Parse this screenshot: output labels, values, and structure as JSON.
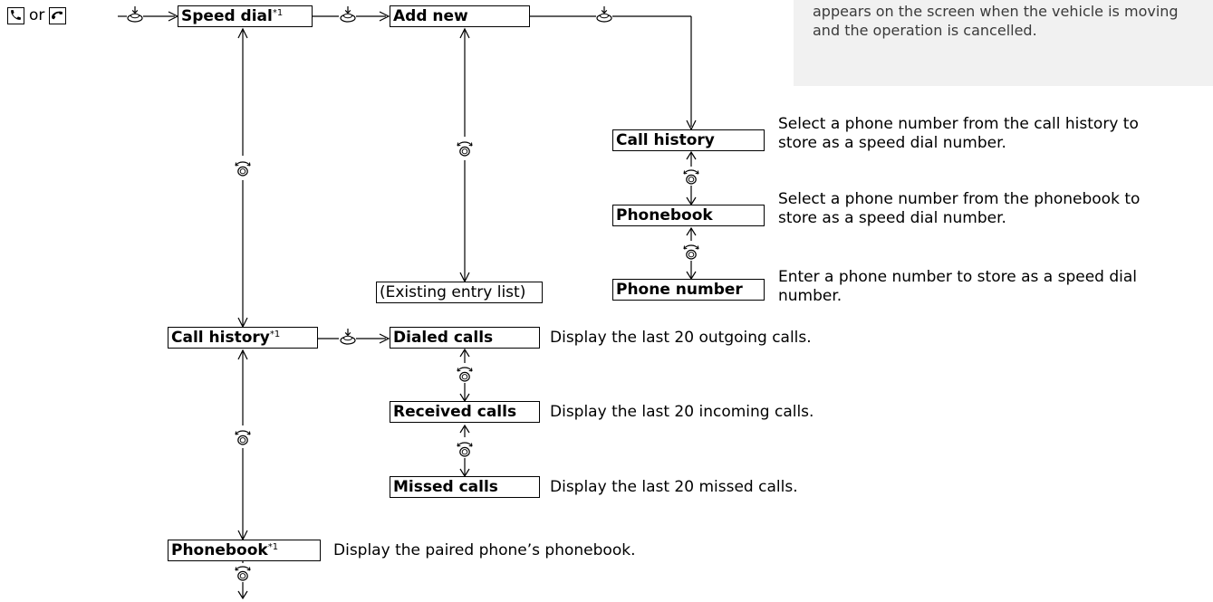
{
  "entry": {
    "phone_button_icon": "phone-handset-icon",
    "pickup_button_icon": "pickup-handset-icon",
    "or_text": "or"
  },
  "note": {
    "text": "appears on the screen when the vehicle is moving\nand the operation is cancelled."
  },
  "boxes": {
    "speed_dial": "Speed dial",
    "add_new": "Add new",
    "existing_entry_list": "(Existing entry list)",
    "call_history_sub": "Call history",
    "phonebook_sub": "Phonebook",
    "phone_number": "Phone number",
    "call_history_main": "Call history",
    "dialed_calls": "Dialed calls",
    "received_calls": "Received calls",
    "missed_calls": "Missed calls",
    "phonebook_main": "Phonebook"
  },
  "footnote_mark": "*1",
  "descriptions": {
    "call_history_sub": "Select a phone number from the call history to\nstore as a speed dial number.",
    "phonebook_sub": "Select a phone number from the phonebook to\nstore as a speed dial number.",
    "phone_number": "Enter a phone number to store as a speed dial\nnumber.",
    "dialed_calls": "Display the last 20 outgoing calls.",
    "received_calls": "Display the last 20 incoming calls.",
    "missed_calls": "Display the last 20 missed calls.",
    "phonebook_main": "Display the paired phone’s phonebook."
  },
  "legend": {
    "press_icon": "press-interface-dial-icon",
    "rotate_icon": "rotate-interface-dial-icon"
  }
}
